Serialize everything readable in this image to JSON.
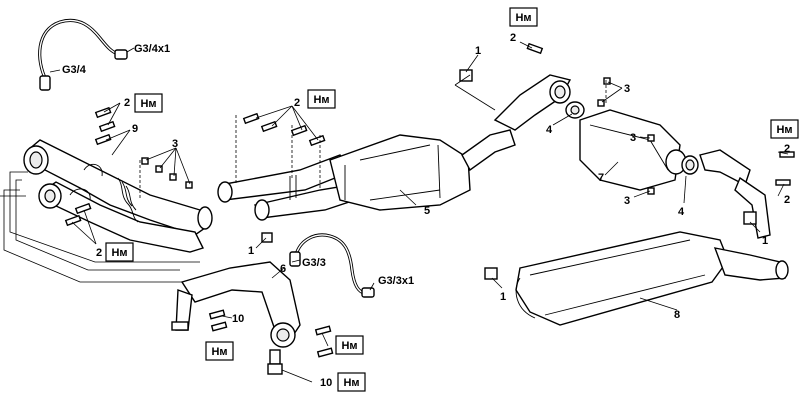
{
  "callouts": {
    "c1a": "1",
    "c1b": "1",
    "c1c": "1",
    "c1d": "1",
    "c2a": "2",
    "c2b": "2",
    "c2c": "2",
    "c2d": "2",
    "c2e": "2",
    "c2f": "2",
    "c3a": "3",
    "c3b": "3",
    "c3c": "3",
    "c3d": "3",
    "c4a": "4",
    "c4b": "4",
    "c5": "5",
    "c6": "6",
    "c7": "7",
    "c8": "8",
    "c9": "9",
    "c10a": "10",
    "c10b": "10"
  },
  "sensors": {
    "g34": "G3/4",
    "g34x1": "G3/4x1",
    "g33": "G3/3",
    "g33x1": "G3/3x1"
  },
  "torque": {
    "t1": "Нм",
    "t2": "Нм",
    "t3": "Нм",
    "t4": "Нм",
    "t5": "Нм",
    "t6": "Нм",
    "t7": "Нм",
    "t8": "Нм"
  }
}
